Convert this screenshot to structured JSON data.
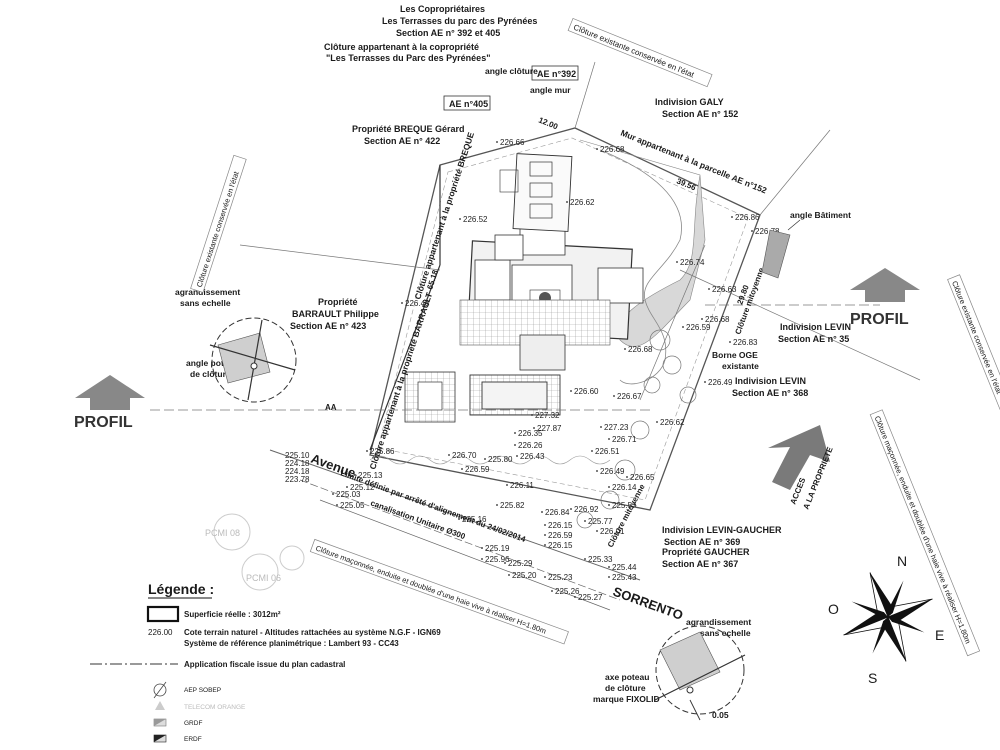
{
  "owners": {
    "copro_title": "Les Copropriétaires",
    "copro_name": "Les Terrasses du parc des Pyrénées",
    "copro_section": "Section AE n° 392 et 405",
    "cloture_copro_1": "Clôture appartenant à la copropriété",
    "cloture_copro_2": "\"Les Terrasses du Parc des Pyrénées\"",
    "breque_1": "Propriété  BREQUE Gérard",
    "breque_2": "Section AE n° 422",
    "barrault_1": "Propriété",
    "barrault_2": "BARRAULT Philippe",
    "barrault_3": "Section AE n° 423",
    "galy_1": "Indivision GALY",
    "galy_2": "Section AE n° 152",
    "levin35_1": "Indivision LEVIN",
    "levin35_2": "Section AE n° 35",
    "levin368_1": "Indivision LEVIN",
    "levin368_2": "Section AE n° 368",
    "levin_gaucher_1": "Indivision LEVIN-GAUCHER",
    "levin_gaucher_2": "Section AE n° 369",
    "gaucher_1": "Propriété  GAUCHER",
    "gaucher_2": "Section AE n° 367"
  },
  "labels": {
    "angle_cloture": "angle clôture",
    "ae392": "AE n°392",
    "ae405": "AE n°405",
    "angle_mur": "angle mur",
    "mur_parcelle": "Mur appartenant à la parcelle AE n°152",
    "cloture_existante": "Clôture existante conservée en l'état",
    "angle_batiment": "angle Bâtiment",
    "cloture_breque": "Clôture appartenant à la propriété BREQUE",
    "cloture_barrault": "Clôture appartenant à la propriété BARRAULT",
    "agrandissement": "agrandissement",
    "sans_echelle": "sans echelle",
    "angle_poteau": "angle poteau",
    "de_cloture": "de clôture",
    "profil": "PROFIL",
    "cloture_mitoyenne": "Clôture mitoyenne",
    "borne_oge": "Borne OGE",
    "existante": "existante",
    "acces_1": "ACCES",
    "acces_2": "A LA PROPRIETE",
    "cloture_maconnee_right": "Clôture maçonnée, enduite et doublée d'une haie vive à réaliser H=1.80m",
    "cloture_maconnee_bottom": "Clôture maçonnée, enduite et doublée d'une haie vive à réaliser H=1.80m",
    "avenue": "Avenue",
    "sorrento": "SORRENTO",
    "limite": "Limite définie par arrêté d'alignement du 24/02/2014",
    "canalisation": "canalisation Unitaire Ø300",
    "axe_1": "axe poteau",
    "axe_2": "de clôture",
    "axe_3": "marque FIXOLID",
    "pcm08": "PCMI 08",
    "pcm06": "PCMI 06",
    "dim_65": "65.18",
    "dim_39": "39.56",
    "dim_29": "29.80",
    "dim_12": "12.00",
    "dim_005": "0.05",
    "aa": "AA"
  },
  "legend": {
    "title": "Légende :",
    "superficie": "Superficie réelle : 3012m²",
    "elev_sample": "226.00",
    "cote_1": "Cote terrain naturel - Altitudes rattachées au système N.G.F - IGN69",
    "cote_2": "Système de référence planimétrique : Lambert 93 - CC43",
    "application": "Application fiscale issue du plan cadastral",
    "aep": "AEP SOBEP",
    "telecom": "TELECOM ORANGE",
    "grdf": "GRDF",
    "erdf": "ERDF"
  },
  "compass": {
    "n": "N",
    "e": "E",
    "s": "S",
    "o": "O"
  },
  "elevations": [
    "226.66",
    "226.68",
    "226.62",
    "226.52",
    "226.43",
    "226.86",
    "226.78",
    "226.74",
    "226.63",
    "226.68",
    "226.59",
    "226.83",
    "226.68",
    "226.49",
    "226.60",
    "226.67",
    "227.32",
    "227.87",
    "227.23",
    "226.35",
    "226.26",
    "226.43",
    "226.71",
    "226.51",
    "226.70",
    "225.80",
    "226.59",
    "226.11",
    "226.49",
    "226.65",
    "226.14",
    "226.62",
    "225.86",
    "225.13",
    "225.12",
    "225.03",
    "225.05",
    "225.16",
    "225.82",
    "226.84",
    "226.15",
    "226.59",
    "226.15",
    "226.92",
    "225.57",
    "225.77",
    "226.01",
    "225.19",
    "225.96",
    "225.29",
    "225.20",
    "225.23",
    "225.26",
    "225.27",
    "225.43",
    "225.44",
    "225.33"
  ],
  "street_elevs": [
    "225.10",
    "224.18",
    "224.18",
    "223.78"
  ]
}
